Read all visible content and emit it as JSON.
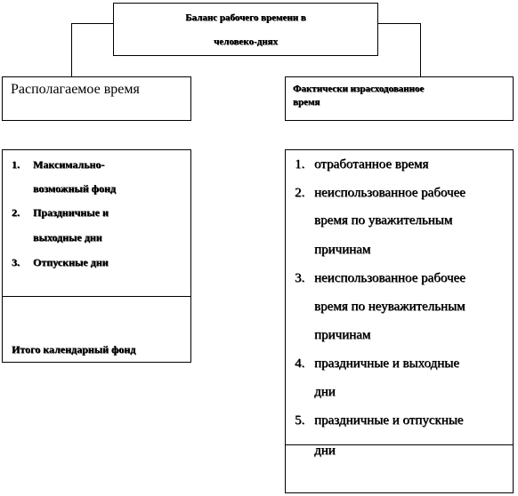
{
  "top": {
    "line1": "Баланс рабочего времени в",
    "line2": "человеко-днях"
  },
  "left": {
    "header": "Располагаемое время",
    "items": [
      {
        "num": "1.",
        "lines": [
          "Максимально-",
          "возможный фонд"
        ]
      },
      {
        "num": "2.",
        "lines": [
          "Праздничные и",
          "выходные дни"
        ]
      },
      {
        "num": "3.",
        "lines": [
          "Отпускные дни"
        ]
      }
    ],
    "total": "Итого календарный фонд"
  },
  "right": {
    "header_lines": [
      "Фактически израсходованное",
      "время"
    ],
    "items": [
      {
        "num": "1.",
        "lines": [
          "отработанное время"
        ]
      },
      {
        "num": "2.",
        "lines": [
          "неиспользованное рабочее",
          "время по уважительным",
          "причинам"
        ]
      },
      {
        "num": "3.",
        "lines": [
          "неиспользованное рабочее",
          "время по неуважительным",
          "причинам"
        ]
      },
      {
        "num": "4.",
        "lines": [
          "праздничные и выходные",
          "дни"
        ]
      },
      {
        "num": "5.",
        "lines": [
          "праздничные и отпускные",
          "дни"
        ]
      }
    ]
  }
}
